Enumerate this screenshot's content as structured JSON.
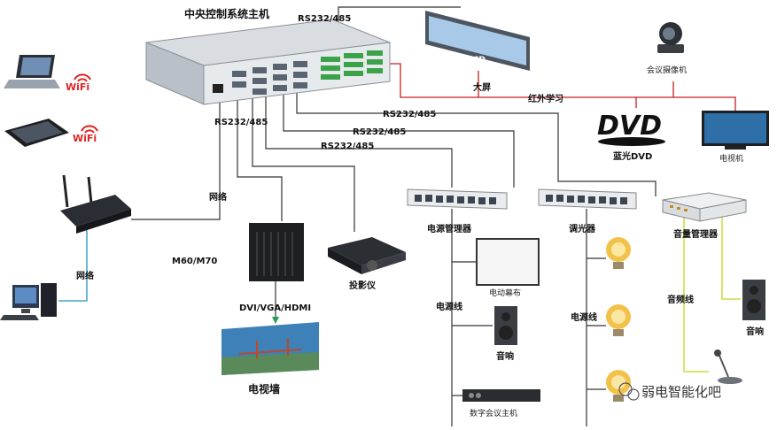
{
  "host": {
    "title": "中央控制系统主机"
  },
  "labels": {
    "rs232_top": "RS232/485",
    "rs232_left": "RS232/485",
    "rs232_a": "RS232/485",
    "rs232_b": "RS232/485",
    "rs232_c": "RS232/485",
    "network1": "网络",
    "network2": "网络",
    "m60": "M60/M70",
    "dvi": "DVI/VGA/HDMI",
    "ir_learn": "红外学习",
    "power_line1": "电源线",
    "power_line2": "电源线",
    "audio_line": "音频线"
  },
  "devices": {
    "wifi1": "WiFi",
    "wifi2": "WiFi",
    "lcd_text": "LCD",
    "big_screen": "大屏",
    "camera": "会议摄像机",
    "dvd_logo": "DVD",
    "bluray": "蓝光DVD",
    "tv": "电视机",
    "power_mgr": "电源管理器",
    "dimmer": "调光器",
    "audio_mgr": "音量管理器",
    "projector": "投影仪",
    "video_wall": "电视墙",
    "screen": "电动幕布",
    "speaker1": "音响",
    "speaker2": "音响",
    "conf_host": "数字会议主机"
  },
  "watermark": {
    "text": "弱电智能化吧"
  },
  "colors": {
    "wire_black": "#333333",
    "wire_red": "#c81e1e",
    "wire_blue": "#1e8fbf",
    "wire_audio": "#d8e46a",
    "wifi_red": "#e02424"
  }
}
